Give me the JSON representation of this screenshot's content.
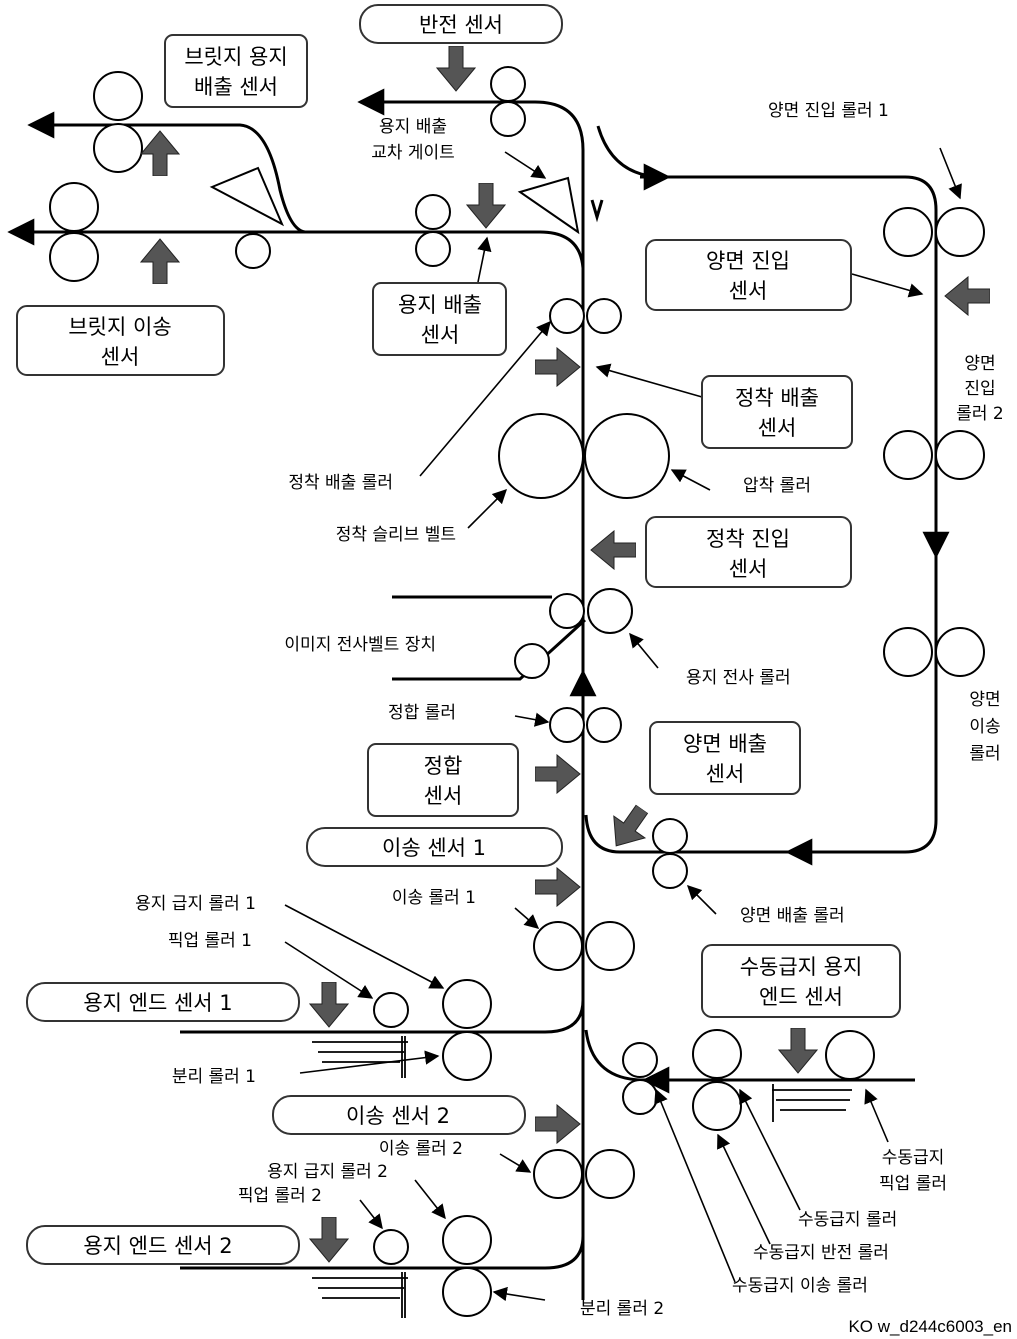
{
  "boxes": {
    "reverse_sensor": "반전 센서",
    "bridge_exit_sensor": [
      "브릿지 용지",
      "배출 센서"
    ],
    "bridge_transport_sensor": [
      "브릿지 이송",
      "센서"
    ],
    "paper_exit_sensor": [
      "용지 배출",
      "센서"
    ],
    "duplex_entry_sensor": [
      "양면 진입",
      "센서"
    ],
    "fusing_exit_sensor": [
      "정착 배출",
      "센서"
    ],
    "fusing_entry_sensor": [
      "정착 진입",
      "센서"
    ],
    "registration_sensor": [
      "정합",
      "센서"
    ],
    "duplex_exit_sensor": [
      "양면 배출",
      "센서"
    ],
    "transport_sensor_1": "이송 센서 1",
    "paper_end_sensor_1": "용지 엔드 센서 1",
    "bypass_paper_end_sensor": [
      "수동급지 용지",
      "엔드 센서"
    ],
    "transport_sensor_2": "이송 센서 2",
    "paper_end_sensor_2": "용지 엔드 센서 2"
  },
  "labels": {
    "exit_junction_gate": [
      "용지 배출",
      "교차 게이트"
    ],
    "duplex_entry_roller_1": "양면 진입 롤러 1",
    "duplex_entry_roller_2": [
      "양면",
      "진입",
      "롤러 2"
    ],
    "fusing_exit_roller": "정착 배출 롤러",
    "fusing_sleeve_belt": "정착 슬리브 벨트",
    "pressure_roller": "압착 롤러",
    "itb_unit": "이미지 전사벨트 장치",
    "transfer_roller": "용지 전사 롤러",
    "registration_roller": "정합 롤러",
    "duplex_transport_roller": [
      "양면",
      "이송",
      "롤러"
    ],
    "transport_roller_1": "이송 롤러 1",
    "duplex_exit_roller": "양면 배출 롤러",
    "feed_roller_1": "용지 급지 롤러 1",
    "pickup_roller_1": "픽업 롤러 1",
    "separation_roller_1": "분리 롤러 1",
    "bypass_pickup_roller": [
      "수동급지",
      "픽업 롤러"
    ],
    "transport_roller_2": "이송 롤러 2",
    "bypass_feed_roller": "수동급지 롤러",
    "feed_roller_2": "용지 급지 롤러 2",
    "pickup_roller_2": "픽업 롤러 2",
    "bypass_reverse_roller": "수동급지 반전 롤러",
    "bypass_transport_roller": "수동급지 이송 롤러",
    "separation_roller_2": "분리 롤러 2"
  },
  "figure_code": "KO w_d244c6003_en"
}
